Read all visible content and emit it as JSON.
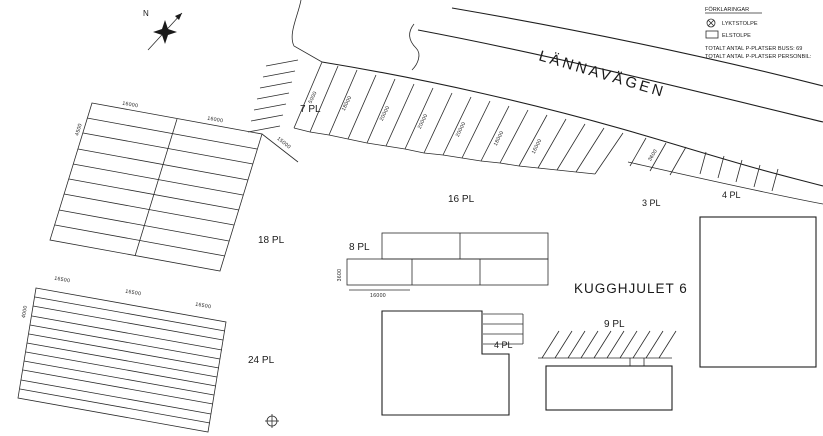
{
  "compass": {
    "label": "N"
  },
  "legend": {
    "heading": "FÖRKLARINGAR",
    "items": [
      {
        "symbol": "lamp-post",
        "label": "LYKTSTOLPE"
      },
      {
        "symbol": "electric-post",
        "label": "ELSTOLPE"
      }
    ],
    "totals": [
      "TOTALT ANTAL P-PLATSER BUSS: 69",
      "TOTALT ANTAL P-PLATSER PERSONBIL:"
    ]
  },
  "road": {
    "name": "LÄNNAVÄGEN"
  },
  "property": {
    "name": "KUGGHJULET 6"
  },
  "parking": {
    "pl7": "7 PL",
    "pl16": "16 PL",
    "pl3": "3 PL",
    "pl4_road": "4 PL",
    "pl18": "18 PL",
    "pl8": "8 PL",
    "pl24": "24 PL",
    "pl4_bldg": "4 PL",
    "pl9": "9 PL"
  },
  "dimensions": {
    "grid18_w1": "16000",
    "grid18_w2": "16000",
    "grid18_ext": "15000",
    "grid18_depth": "4500",
    "grid24_w1": "16500",
    "grid24_w2": "16500",
    "grid24_w3": "16500",
    "grid24_depth": "4000",
    "bay_aisle": "5000",
    "bay_s1": "18000",
    "bay_s2": "20000",
    "bay_s3": "20000",
    "bay_s4": "20000",
    "bay_s5": "18000",
    "bay_s6": "16000",
    "bay_s7": "3600",
    "pl8_width": "16000",
    "pl8_depth": "3600"
  }
}
